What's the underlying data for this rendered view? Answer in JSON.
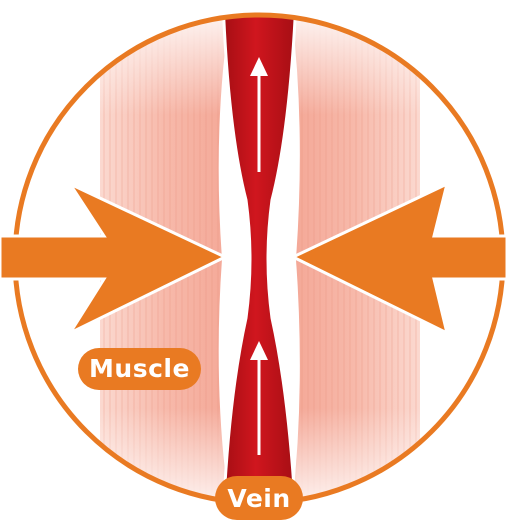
{
  "labels": {
    "muscle": "Muscle",
    "vein": "Vein"
  },
  "colors": {
    "accent": "#E97A22",
    "vein": "#C8141B",
    "vein_dark": "#A00E14",
    "muscle": "#F6B0A2",
    "arrow_white": "#FFFFFF",
    "circle_border": "#E97A22"
  },
  "icons": {
    "compression_arrows": "arrow-pointing-inward",
    "flow_arrows": "arrow-up"
  }
}
